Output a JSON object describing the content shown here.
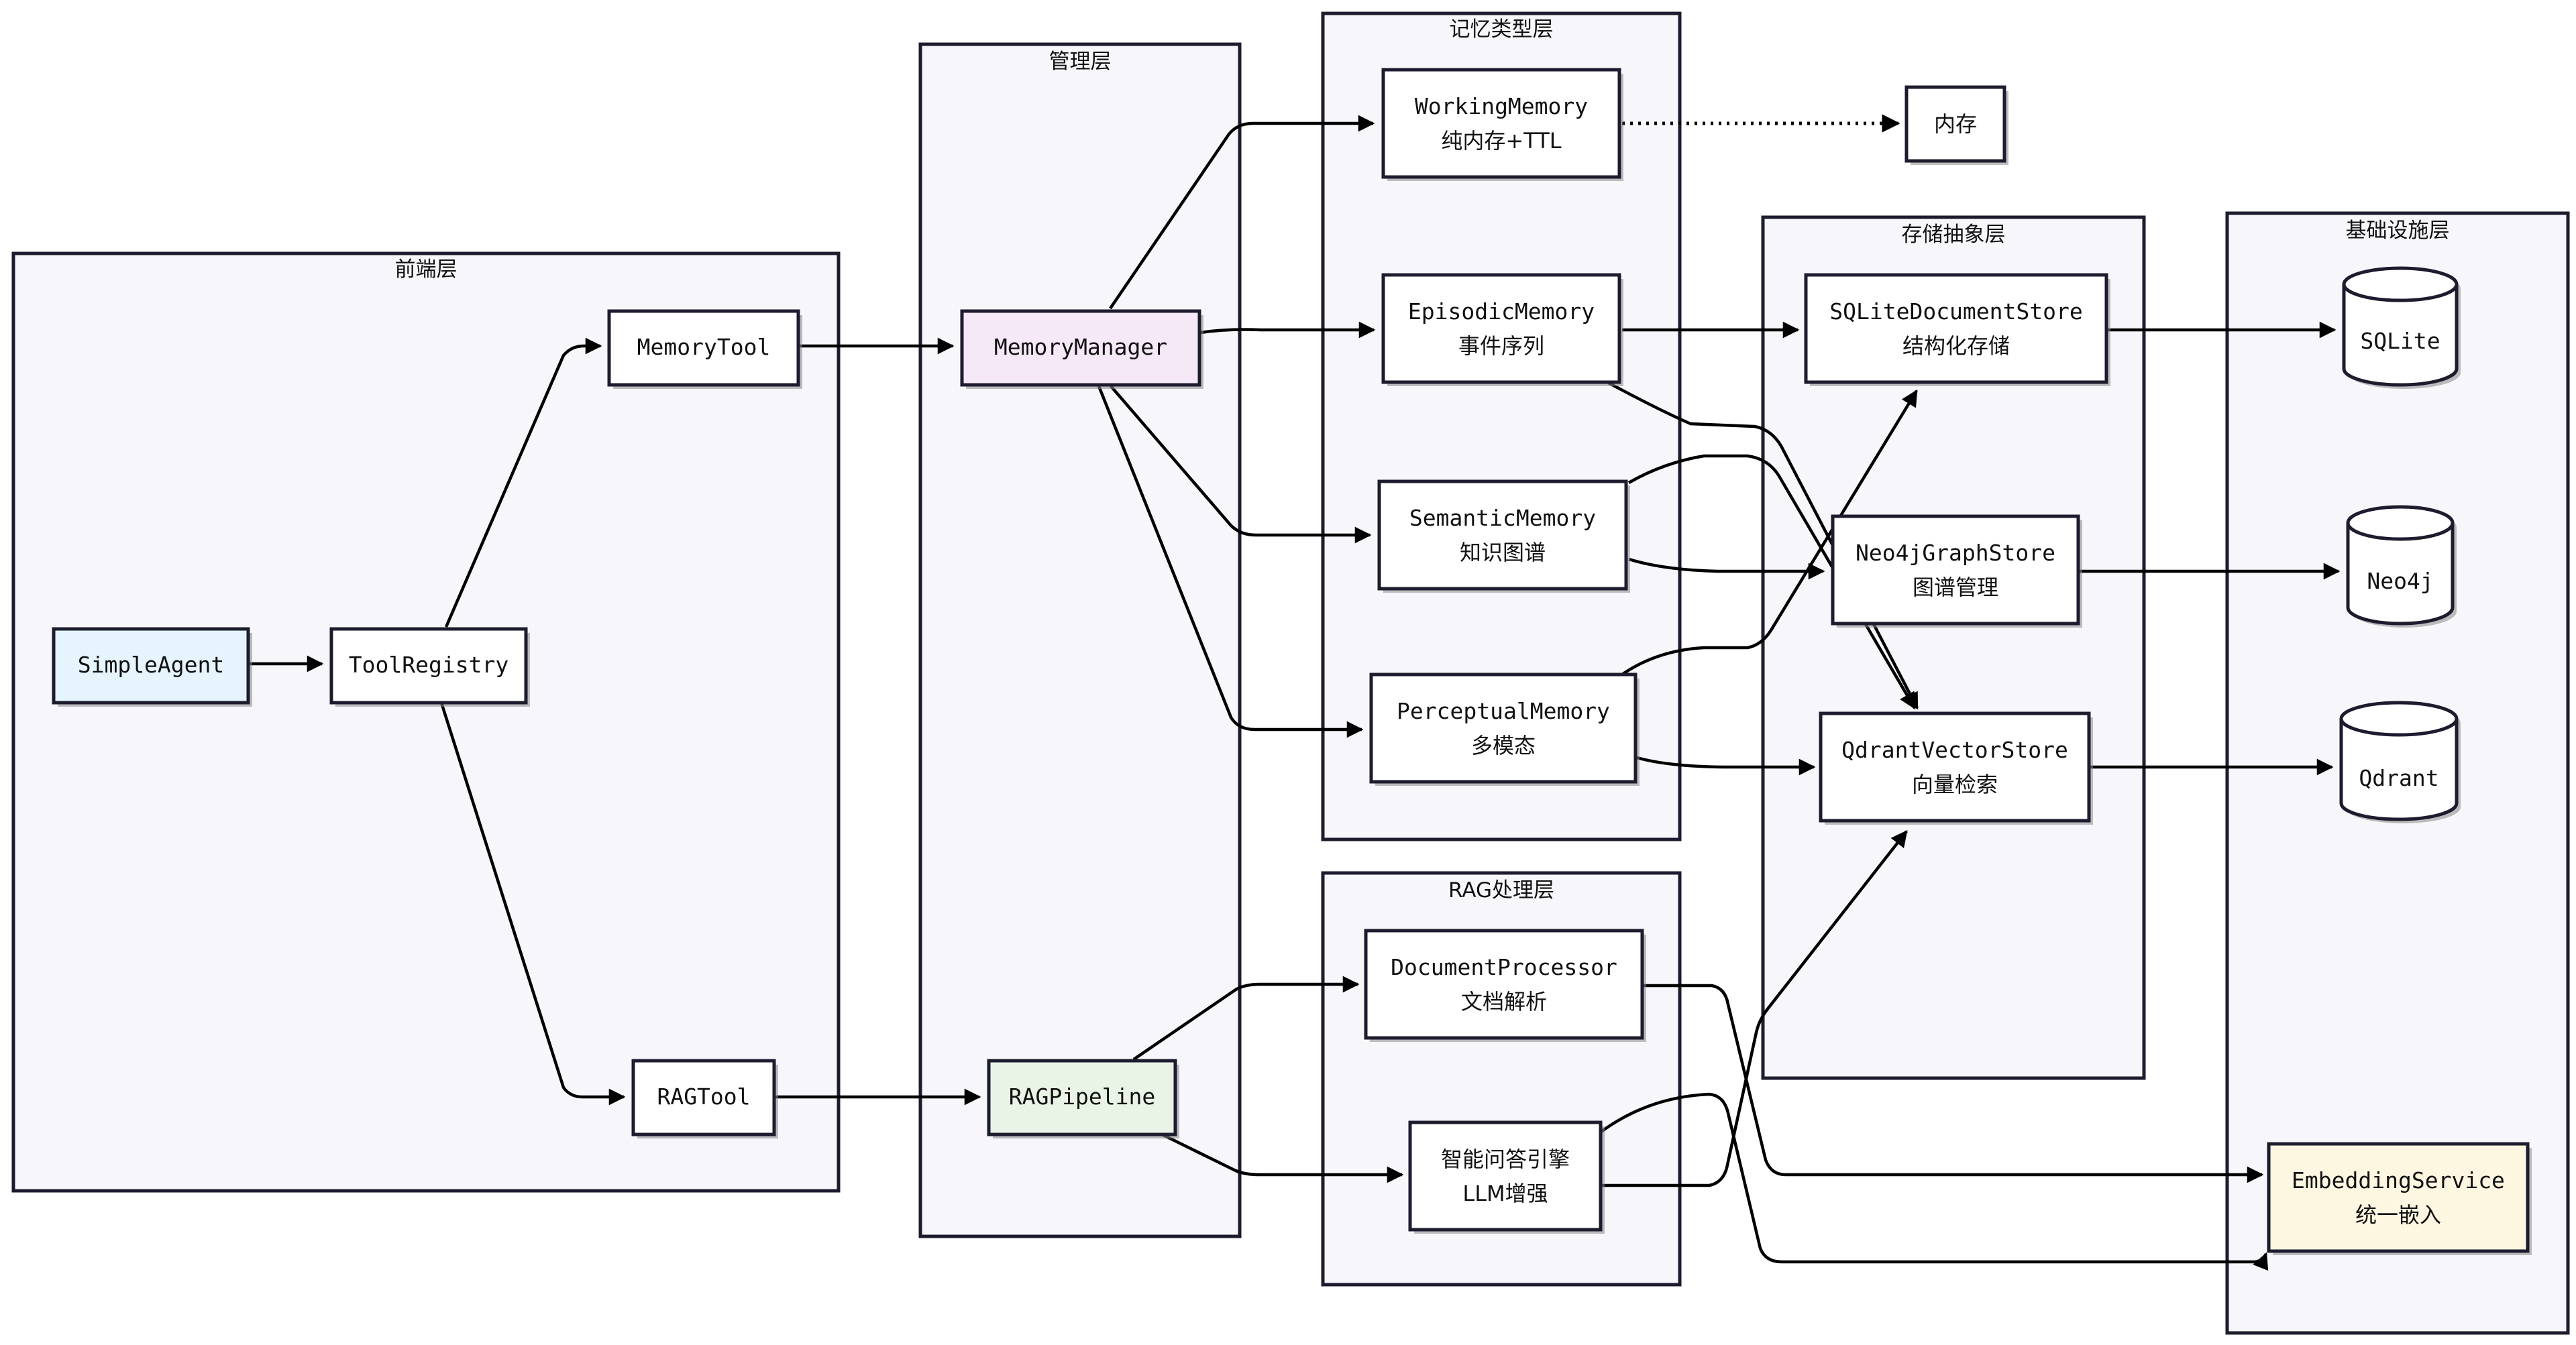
{
  "groups": {
    "frontend": "前端层",
    "management": "管理层",
    "memory_types": "记忆类型层",
    "rag": "RAG处理层",
    "storage": "存储抽象层",
    "infra": "基础设施层"
  },
  "nodes": {
    "simple_agent": {
      "label": "SimpleAgent",
      "fill": "#e6f5fd"
    },
    "tool_registry": {
      "label": "ToolRegistry",
      "fill": "#ffffff"
    },
    "memory_tool": {
      "label": "MemoryTool",
      "fill": "#ffffff"
    },
    "rag_tool": {
      "label": "RAGTool",
      "fill": "#ffffff"
    },
    "memory_manager": {
      "label": "MemoryManager",
      "fill": "#f5e8f7"
    },
    "rag_pipeline": {
      "label": "RAGPipeline",
      "fill": "#e9f4e7"
    },
    "working_memory": {
      "label": "WorkingMemory",
      "sub": "纯内存+TTL",
      "fill": "#ffffff"
    },
    "episodic_memory": {
      "label": "EpisodicMemory",
      "sub": "事件序列",
      "fill": "#ffffff"
    },
    "semantic_memory": {
      "label": "SemanticMemory",
      "sub": "知识图谱",
      "fill": "#ffffff"
    },
    "perceptual_memory": {
      "label": "PerceptualMemory",
      "sub": "多模态",
      "fill": "#ffffff"
    },
    "memory_store": {
      "label": "内存",
      "fill": "#ffffff"
    },
    "document_processor": {
      "label": "DocumentProcessor",
      "sub": "文档解析",
      "fill": "#ffffff"
    },
    "qa_engine": {
      "label": "智能问答引擎",
      "sub": "LLM增强",
      "fill": "#ffffff"
    },
    "sqlite_store": {
      "label": "SQLiteDocumentStore",
      "sub": "结构化存储",
      "fill": "#ffffff"
    },
    "neo4j_store": {
      "label": "Neo4jGraphStore",
      "sub": "图谱管理",
      "fill": "#ffffff"
    },
    "qdrant_store": {
      "label": "QdrantVectorStore",
      "sub": "向量检索",
      "fill": "#ffffff"
    },
    "sqlite_db": {
      "label": "SQLite"
    },
    "neo4j_db": {
      "label": "Neo4j"
    },
    "qdrant_db": {
      "label": "Qdrant"
    },
    "embedding_service": {
      "label": "EmbeddingService",
      "sub": "统一嵌入",
      "fill": "#fdf6e0"
    }
  },
  "edges": [
    [
      "simple_agent",
      "tool_registry"
    ],
    [
      "tool_registry",
      "memory_tool"
    ],
    [
      "tool_registry",
      "rag_tool"
    ],
    [
      "memory_tool",
      "memory_manager"
    ],
    [
      "rag_tool",
      "rag_pipeline"
    ],
    [
      "memory_manager",
      "working_memory"
    ],
    [
      "memory_manager",
      "episodic_memory"
    ],
    [
      "memory_manager",
      "semantic_memory"
    ],
    [
      "memory_manager",
      "perceptual_memory"
    ],
    [
      "working_memory",
      "memory_store"
    ],
    [
      "episodic_memory",
      "sqlite_store"
    ],
    [
      "episodic_memory",
      "qdrant_store"
    ],
    [
      "semantic_memory",
      "neo4j_store"
    ],
    [
      "semantic_memory",
      "qdrant_store"
    ],
    [
      "perceptual_memory",
      "sqlite_store"
    ],
    [
      "perceptual_memory",
      "qdrant_store"
    ],
    [
      "sqlite_store",
      "sqlite_db"
    ],
    [
      "neo4j_store",
      "neo4j_db"
    ],
    [
      "qdrant_store",
      "qdrant_db"
    ],
    [
      "rag_pipeline",
      "document_processor"
    ],
    [
      "rag_pipeline",
      "qa_engine"
    ],
    [
      "document_processor",
      "embedding_service"
    ],
    [
      "qa_engine",
      "qdrant_store"
    ],
    [
      "qa_engine",
      "embedding_service"
    ]
  ]
}
